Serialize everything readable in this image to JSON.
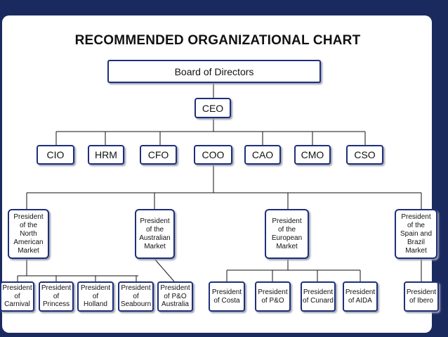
{
  "title": "RECOMMENDED ORGANIZATIONAL CHART",
  "board": "Board of Directors",
  "ceo": "CEO",
  "executives": [
    "CIO",
    "HRM",
    "CFO",
    "COO",
    "CAO",
    "CMO",
    "CSO"
  ],
  "presidents": {
    "north_american": "President\nof the\nNorth\nAmerican\nMarket",
    "australian": "President\nof the\nAustralian\nMarket",
    "european": "President\nof the\nEuropean\nMarket",
    "spain_brazil": "President\nof the\nSpain and\nBrazil\nMarket"
  },
  "brands": {
    "carnival": "President\nof\nCarnival",
    "princess": "President\nof\nPrincess",
    "holland": "President\nof\nHolland",
    "seabourn": "President\nof\nSeabourn",
    "po_australia": "President\nof P&O\nAustralia",
    "costa": "President\nof Costa",
    "po": "President\nof P&O",
    "cunard": "President\nof Cunard",
    "aida": "President\nof AIDA",
    "ibero": "President\nof Ibero"
  },
  "colors": {
    "background": "#1b2a5e",
    "box_border": "#1f2f7a",
    "canvas": "#ffffff"
  }
}
